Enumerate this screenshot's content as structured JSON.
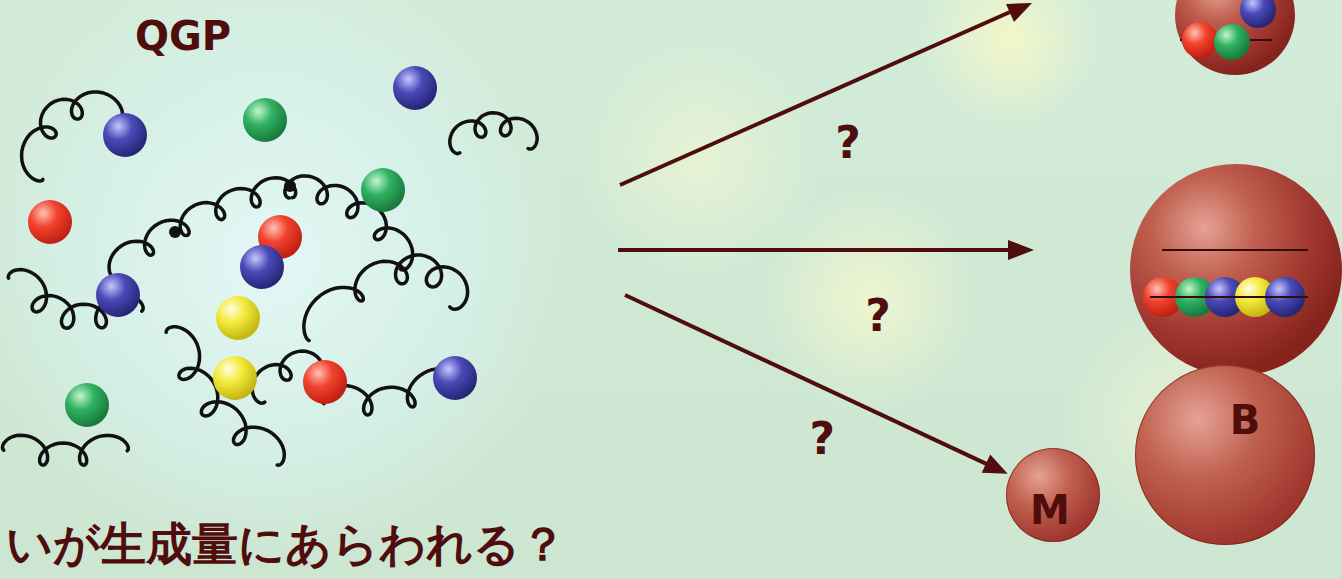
{
  "diagram": {
    "nodes": [
      {
        "text": [
          "QGP"
        ]
      },
      {
        "text": [
          "B"
        ]
      },
      {
        "text": [
          "M"
        ]
      }
    ],
    "edges": [
      {
        "from": 0,
        "to": 2,
        "arrow": "to",
        "label": "?"
      }
    ],
    "labels": [
      "?",
      "?",
      "いが生成量にあらわれる？"
    ]
  }
}
